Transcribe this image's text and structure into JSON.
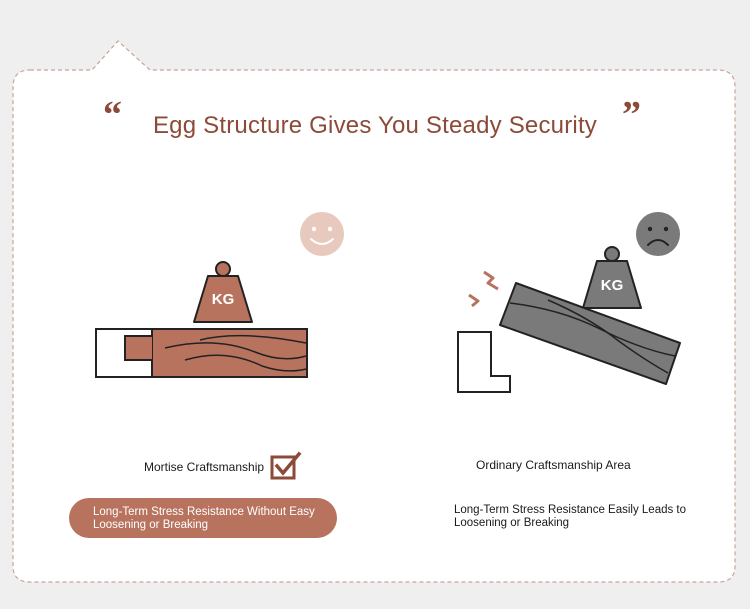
{
  "title": "Egg Structure Gives You Steady Security",
  "quote_open": "“",
  "quote_close": "”",
  "left_panel": {
    "weight_label": "KG",
    "face": "happy-face-icon",
    "caption": "Mortise Craftsmanship",
    "description": "Long-Term Stress Resistance Without Easy Loosening or Breaking",
    "accent_color": "#b8735f"
  },
  "right_panel": {
    "weight_label": "KG",
    "face": "sad-face-icon",
    "caption": "Ordinary Craftsmanship Area",
    "description": "Long-Term Stress Resistance Easily Leads to Loosening or Breaking",
    "accent_color": "#7a7a7a"
  },
  "colors": {
    "brand_brown": "#8c4a38",
    "wood_brown": "#b8735f",
    "gray": "#7a7a7a",
    "dashed_border": "#c9a39a"
  }
}
